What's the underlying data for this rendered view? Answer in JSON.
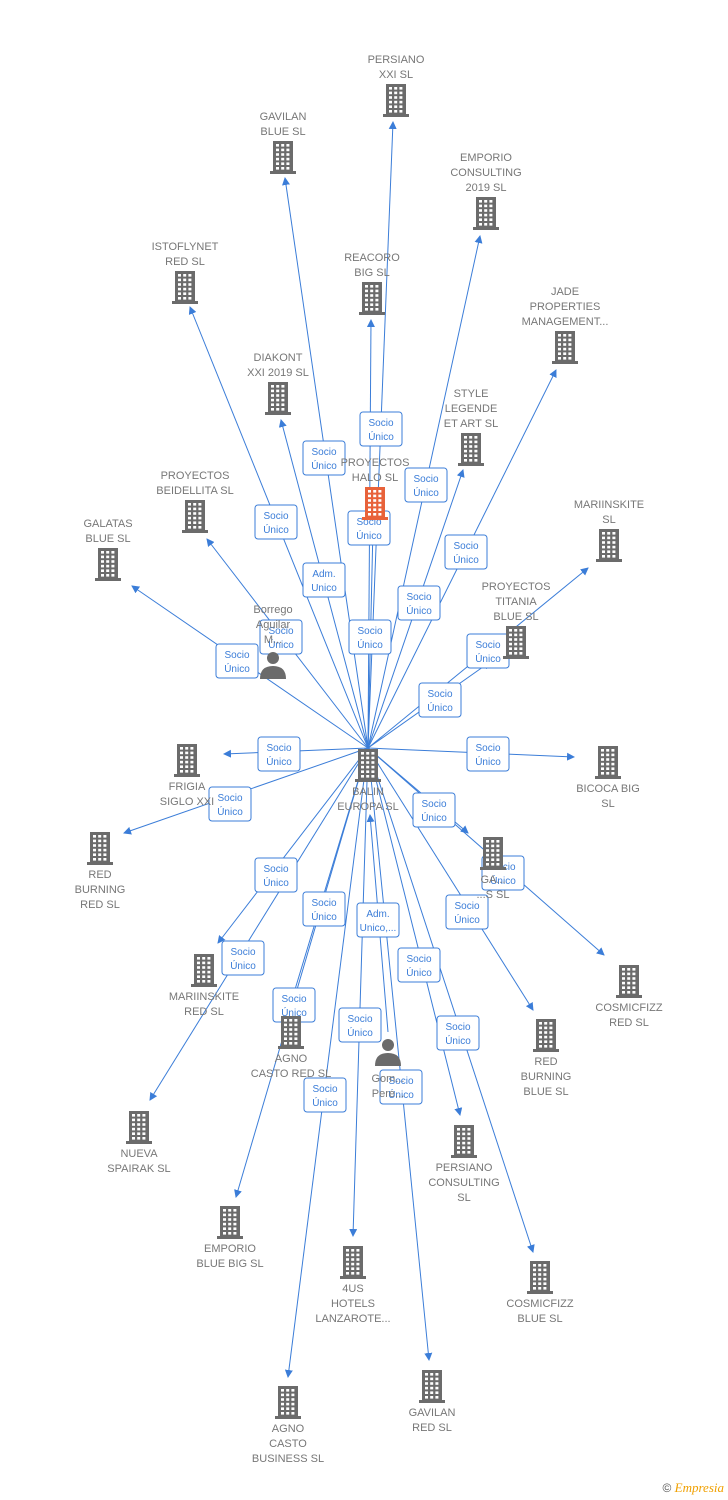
{
  "center": {
    "id": "balin",
    "label": [
      "BALIN",
      "EUROPA SL"
    ]
  },
  "nodes": [
    {
      "id": "persiano_xxi",
      "type": "company",
      "label": [
        "PERSIANO",
        "XXI SL"
      ]
    },
    {
      "id": "gavilan_blue",
      "type": "company",
      "label": [
        "GAVILAN",
        "BLUE SL"
      ]
    },
    {
      "id": "emporio_consulting",
      "type": "company",
      "label": [
        "EMPORIO",
        "CONSULTING",
        "2019 SL"
      ]
    },
    {
      "id": "istoflynet",
      "type": "company",
      "label": [
        "ISTOFLYNET",
        "RED SL"
      ]
    },
    {
      "id": "reacoro",
      "type": "company",
      "label": [
        "REACORO",
        "BIG SL"
      ]
    },
    {
      "id": "jade",
      "type": "company",
      "label": [
        "JADE",
        "PROPERTIES",
        "MANAGEMENT..."
      ]
    },
    {
      "id": "diakont",
      "type": "company",
      "label": [
        "DIAKONT",
        "XXI 2019 SL"
      ]
    },
    {
      "id": "style",
      "type": "company",
      "label": [
        "STYLE",
        "LEGENDE",
        "ET ART SL"
      ]
    },
    {
      "id": "halo",
      "type": "company",
      "highlight": true,
      "label": [
        "PROYECTOS",
        "HALO SL"
      ]
    },
    {
      "id": "beidellita",
      "type": "company",
      "label": [
        "PROYECTOS",
        "BEIDELLITA SL"
      ]
    },
    {
      "id": "galatas",
      "type": "company",
      "label": [
        "GALATAS",
        "BLUE SL"
      ]
    },
    {
      "id": "mariinskite_sl",
      "type": "company",
      "label": [
        "MARIINSKITE",
        "SL"
      ]
    },
    {
      "id": "titania",
      "type": "company",
      "label": [
        "PROYECTOS",
        "TITANIA",
        "BLUE SL"
      ]
    },
    {
      "id": "borrego",
      "type": "person",
      "label": [
        "Borrego",
        "Aguilar",
        "M..."
      ]
    },
    {
      "id": "frigia",
      "type": "company",
      "label": [
        "FRIGIA",
        "SIGLO XXI"
      ]
    },
    {
      "id": "bicoca",
      "type": "company",
      "label": [
        "BICOCA BIG",
        "SL"
      ]
    },
    {
      "id": "red_burning_red",
      "type": "company",
      "label": [
        "RED",
        "BURNING",
        "RED SL"
      ]
    },
    {
      "id": "ga_sl",
      "type": "company",
      "label": [
        "GA...",
        "...S SL"
      ]
    },
    {
      "id": "cosmicfizz_red",
      "type": "company",
      "label": [
        "COSMICFIZZ",
        "RED SL"
      ]
    },
    {
      "id": "mariinskite_red",
      "type": "company",
      "label": [
        "MARIINSKITE",
        "RED SL"
      ]
    },
    {
      "id": "agno_casto_red",
      "type": "company",
      "label": [
        "AGNO",
        "CASTO RED SL"
      ]
    },
    {
      "id": "gomez",
      "type": "person",
      "label": [
        "Gom...",
        "Pere..."
      ]
    },
    {
      "id": "red_burning_blue",
      "type": "company",
      "label": [
        "RED",
        "BURNING",
        "BLUE SL"
      ]
    },
    {
      "id": "nueva_spairak",
      "type": "company",
      "label": [
        "NUEVA",
        "SPAIRAK SL"
      ]
    },
    {
      "id": "persiano_consulting",
      "type": "company",
      "label": [
        "PERSIANO",
        "CONSULTING",
        "SL"
      ]
    },
    {
      "id": "emporio_blue",
      "type": "company",
      "label": [
        "EMPORIO",
        "BLUE BIG SL"
      ]
    },
    {
      "id": "hotels",
      "type": "company",
      "label": [
        "4US",
        "HOTELS",
        "LANZAROTE..."
      ]
    },
    {
      "id": "cosmicfizz_blue",
      "type": "company",
      "label": [
        "COSMICFIZZ",
        "BLUE SL"
      ]
    },
    {
      "id": "agno_casto_business",
      "type": "company",
      "label": [
        "AGNO",
        "CASTO",
        "BUSINESS SL"
      ]
    },
    {
      "id": "gavilan_red",
      "type": "company",
      "label": [
        "GAVILAN",
        "RED SL"
      ]
    }
  ],
  "edges": [
    {
      "from": "balin",
      "to": "persiano_xxi",
      "label": [
        "Socio",
        "Único"
      ]
    },
    {
      "from": "balin",
      "to": "gavilan_blue",
      "label": [
        "Socio",
        "Único"
      ]
    },
    {
      "from": "balin",
      "to": "emporio_consulting",
      "label": [
        "Socio",
        "Único"
      ]
    },
    {
      "from": "balin",
      "to": "istoflynet",
      "label": [
        "Socio",
        "Único"
      ]
    },
    {
      "from": "balin",
      "to": "reacoro",
      "label": [
        "Socio",
        "Único"
      ]
    },
    {
      "from": "balin",
      "to": "jade",
      "label": [
        "Socio",
        "Único"
      ]
    },
    {
      "from": "balin",
      "to": "diakont",
      "label": [
        "Adm.",
        "Unico"
      ]
    },
    {
      "from": "balin",
      "to": "style",
      "label": [
        "Socio",
        "Único"
      ]
    },
    {
      "from": "balin",
      "to": "halo",
      "label": [
        "Socio",
        "Único"
      ]
    },
    {
      "from": "balin",
      "to": "beidellita",
      "label": [
        "Socio",
        "Único"
      ]
    },
    {
      "from": "balin",
      "to": "galatas",
      "label": [
        "Socio",
        "Único"
      ]
    },
    {
      "from": "balin",
      "to": "mariinskite_sl",
      "label": [
        "Socio",
        "Único"
      ]
    },
    {
      "from": "balin",
      "to": "titania",
      "label": [
        "Socio",
        "Único"
      ]
    },
    {
      "from": "balin",
      "to": "frigia",
      "label": [
        "Socio",
        "Único"
      ]
    },
    {
      "from": "balin",
      "to": "bicoca",
      "label": [
        "Socio",
        "Único"
      ]
    },
    {
      "from": "balin",
      "to": "red_burning_red",
      "label": [
        "Socio",
        "Único"
      ]
    },
    {
      "from": "balin",
      "to": "ga_sl",
      "label": [
        "Socio",
        "Único"
      ]
    },
    {
      "from": "balin",
      "to": "cosmicfizz_red",
      "label": [
        "Socio",
        "Único"
      ]
    },
    {
      "from": "balin",
      "to": "mariinskite_red",
      "label": [
        "Socio",
        "Único"
      ]
    },
    {
      "from": "balin",
      "to": "agno_casto_red",
      "label": [
        "Socio",
        "Único"
      ]
    },
    {
      "from": "balin",
      "to": "red_burning_blue",
      "label": [
        "Socio",
        "Único"
      ]
    },
    {
      "from": "balin",
      "to": "nueva_spairak",
      "label": [
        "Socio",
        "Único"
      ]
    },
    {
      "from": "balin",
      "to": "persiano_consulting",
      "label": [
        "Socio",
        "Único"
      ]
    },
    {
      "from": "balin",
      "to": "emporio_blue",
      "label": [
        "Socio",
        "Único"
      ]
    },
    {
      "from": "balin",
      "to": "hotels",
      "label": [
        "Socio",
        "Único"
      ]
    },
    {
      "from": "balin",
      "to": "cosmicfizz_blue",
      "label": [
        "Socio",
        "Único"
      ]
    },
    {
      "from": "balin",
      "to": "agno_casto_business",
      "label": [
        "Socio",
        "Único"
      ]
    },
    {
      "from": "balin",
      "to": "gavilan_red",
      "label": [
        "Socio",
        "Único"
      ]
    },
    {
      "from": "gomez",
      "to": "balin",
      "label": [
        "Adm.",
        "Unico,..."
      ]
    }
  ],
  "colors": {
    "edge": "#3b7dd8",
    "company": "#6b6b6b",
    "highlight": "#e8623a",
    "person": "#6b6b6b",
    "label": "#777777"
  },
  "footer": {
    "copyright": "©",
    "brand": "Empresia"
  }
}
